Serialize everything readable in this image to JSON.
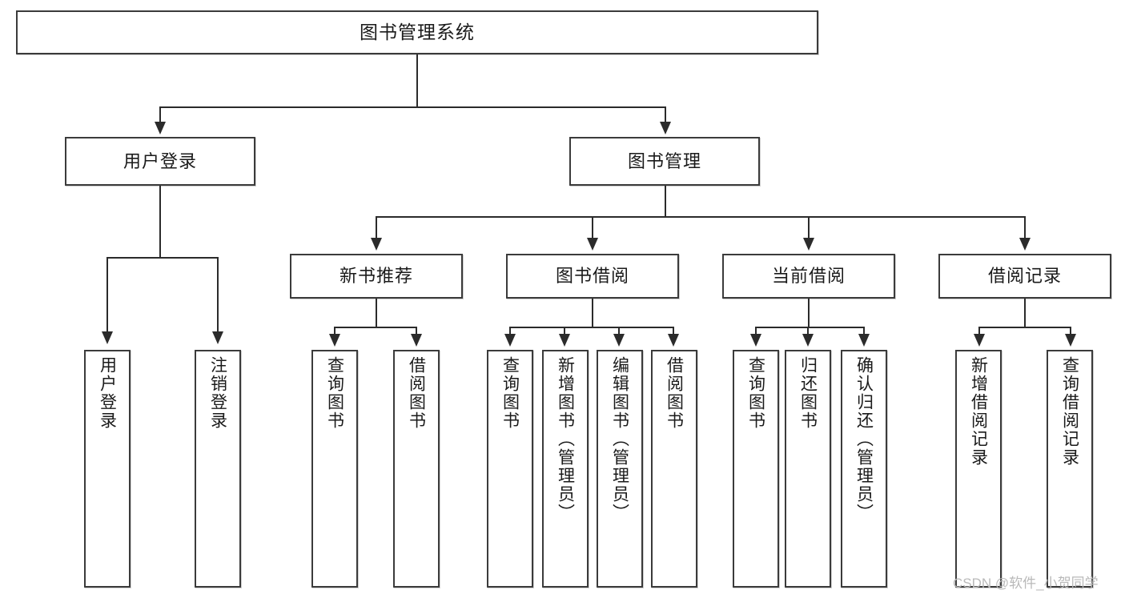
{
  "diagram": {
    "type": "hierarchy-tree",
    "title": "图书管理系统",
    "root": {
      "label": "图书管理系统"
    },
    "level2": [
      {
        "label": "用户登录"
      },
      {
        "label": "图书管理"
      }
    ],
    "level3": [
      {
        "label": "新书推荐"
      },
      {
        "label": "图书借阅"
      },
      {
        "label": "当前借阅"
      },
      {
        "label": "借阅记录"
      }
    ],
    "leaves": {
      "user_login": [
        {
          "label": "用户登录"
        },
        {
          "label": "注销登录"
        }
      ],
      "new_book_recommend": [
        {
          "label": "查询图书"
        },
        {
          "label": "借阅图书"
        }
      ],
      "book_borrow": [
        {
          "label": "查询图书"
        },
        {
          "label": "新增图书（管理员）"
        },
        {
          "label": "编辑图书（管理员）"
        },
        {
          "label": "借阅图书"
        }
      ],
      "current_borrow": [
        {
          "label": "查询图书"
        },
        {
          "label": "归还图书"
        },
        {
          "label": "确认归还（管理员）"
        }
      ],
      "borrow_record": [
        {
          "label": "新增借阅记录"
        },
        {
          "label": "查询借阅记录"
        }
      ]
    }
  },
  "watermark": {
    "text": "CSDN @软件_小贺同学"
  },
  "colors": {
    "box_border": "#3b3b3b",
    "line": "#2b2b2b",
    "text": "#1a1a1a",
    "background": "#ffffff",
    "watermark": "#b9b9b9"
  }
}
